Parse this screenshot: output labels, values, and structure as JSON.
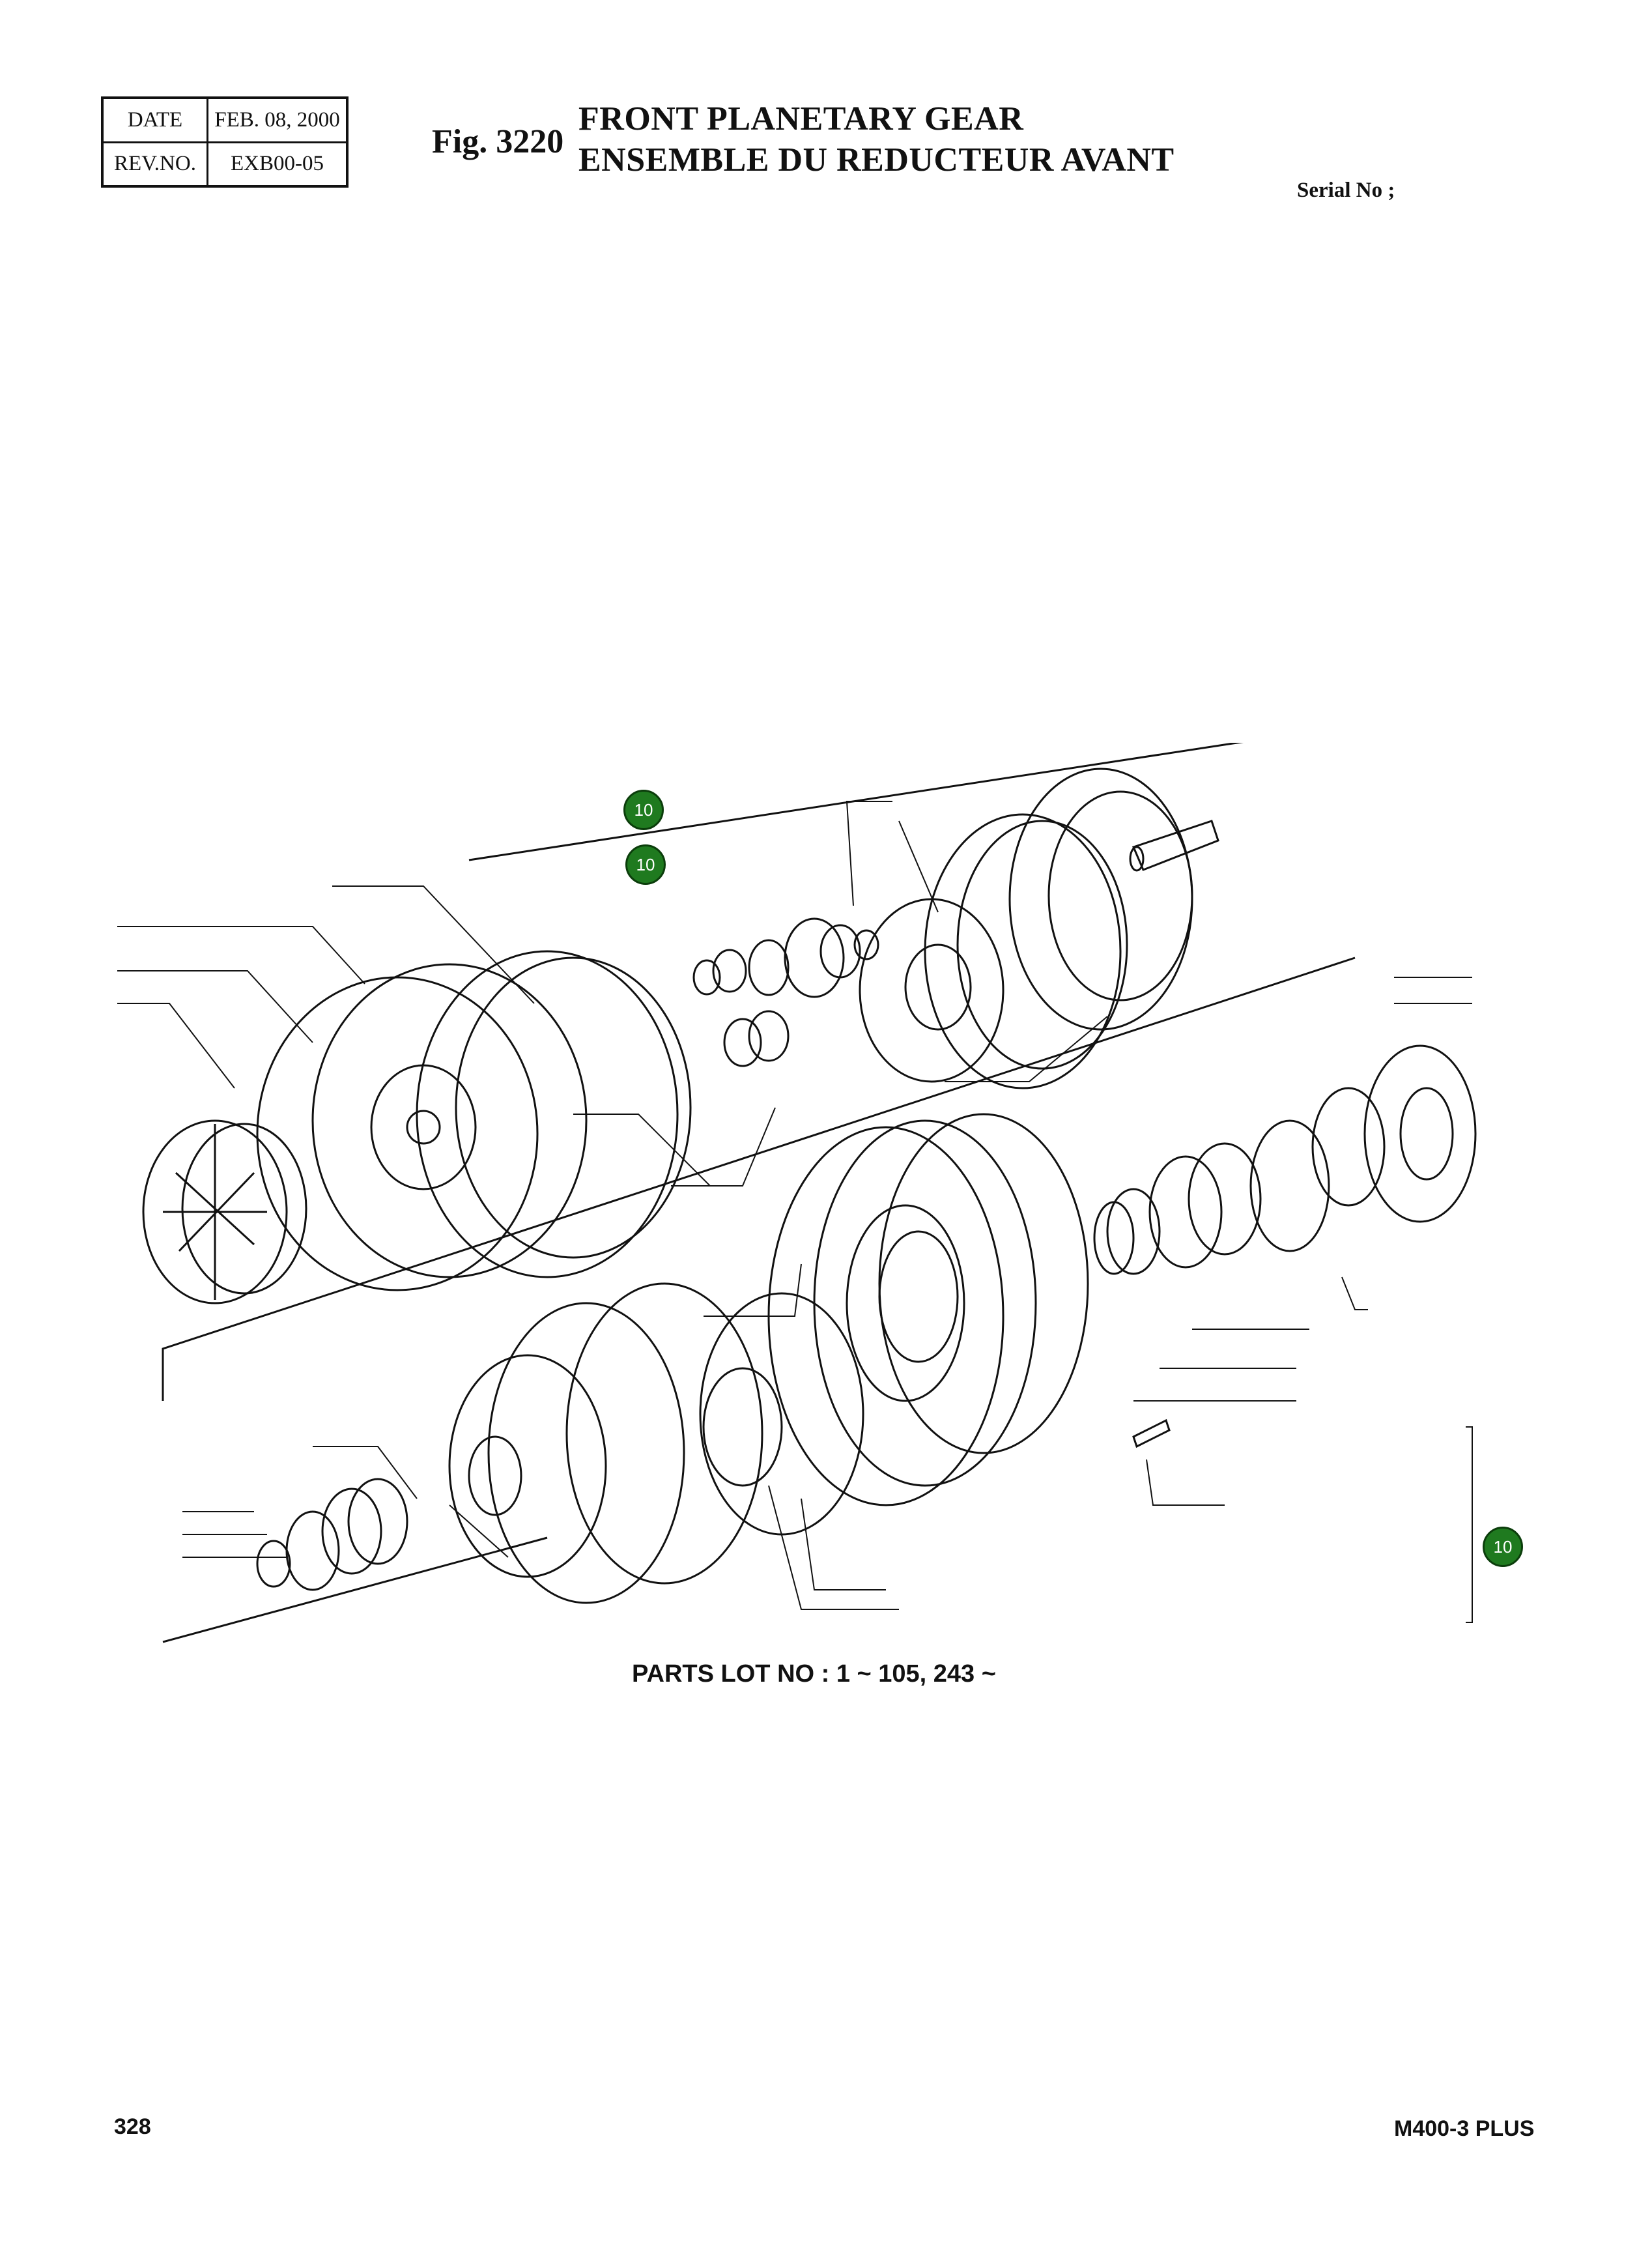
{
  "header": {
    "date_label": "DATE",
    "date_value": "FEB. 08, 2000",
    "rev_label": "REV.NO.",
    "rev_value": "EXB00-05",
    "fig_number": "Fig. 3220",
    "title_en": "FRONT PLANETARY GEAR",
    "title_fr": "ENSEMBLE DU REDUCTEUR AVANT",
    "serial_label": "Serial No ;"
  },
  "diagram": {
    "callouts": [
      "10",
      "10",
      "10"
    ],
    "callout_color": "#1f7a1f"
  },
  "footer": {
    "parts_lot": "PARTS LOT NO : 1 ~ 105, 243 ~",
    "page_number": "328",
    "model": "M400-3 PLUS"
  }
}
